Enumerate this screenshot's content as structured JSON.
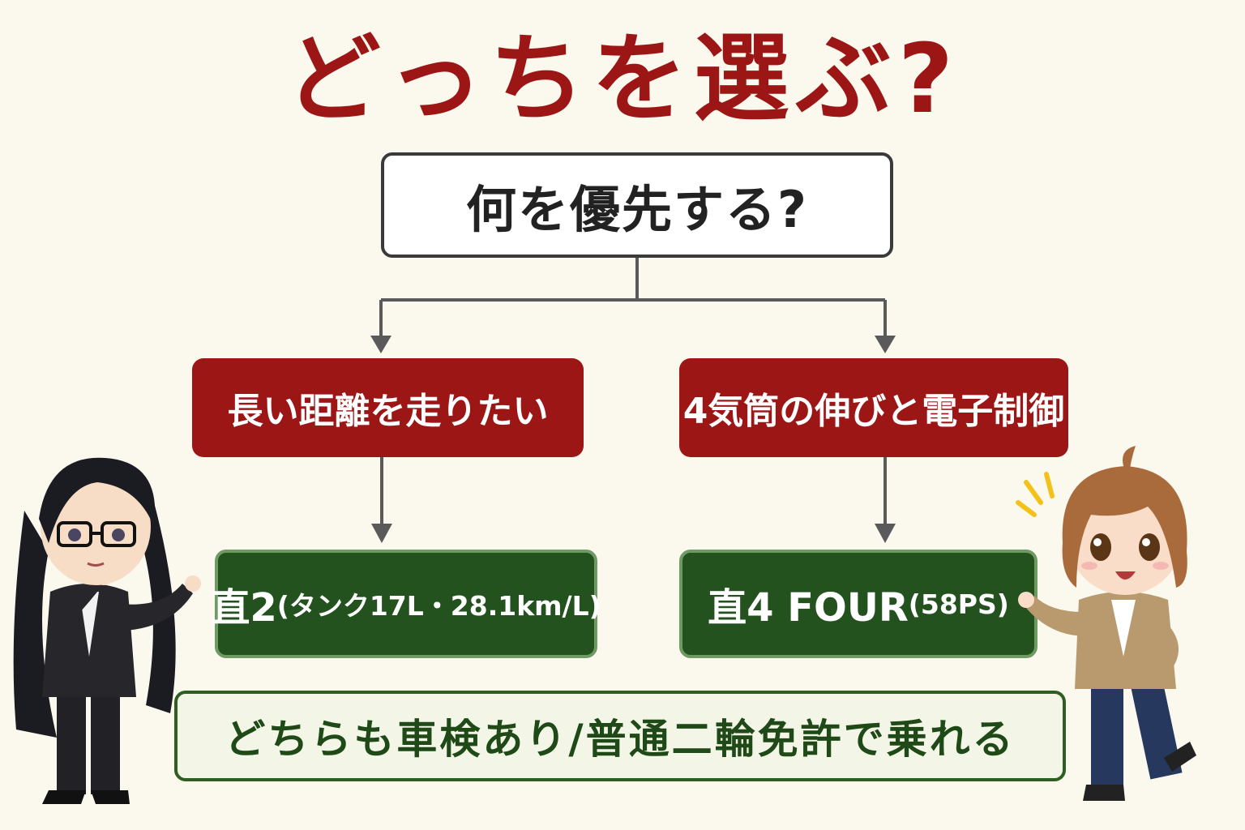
{
  "title": "どっちを選ぶ?",
  "question": "何を優先する?",
  "choices": {
    "left": "長い距離を走りたい",
    "right": "4気筒の伸びと電子制御"
  },
  "results": {
    "left": {
      "main": "直2",
      "sub": "(タンク17L・28.1km/L)"
    },
    "right": {
      "main": "直4 FOUR",
      "sub": "(58PS)"
    }
  },
  "note": "どちらも車検あり/普通二輪免許で乗れる",
  "colors": {
    "title_red": "#9c1616",
    "choice_red": "#9c1616",
    "result_green": "#24521f",
    "note_green": "#1f4a18",
    "background": "#fbf8ee"
  }
}
